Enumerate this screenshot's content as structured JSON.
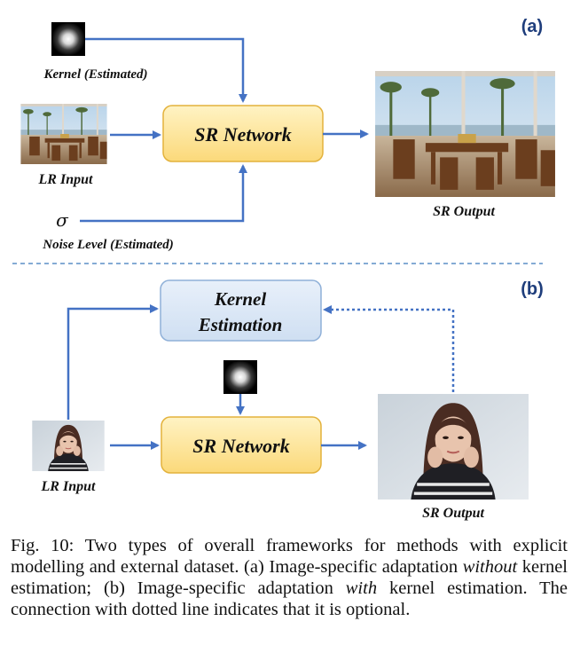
{
  "panel_a": {
    "tag": "(a)",
    "kernel_label": "Kernel (Estimated)",
    "lr_input_label": "LR Input",
    "sigma_symbol": "σ",
    "noise_label": "Noise Level (Estimated)",
    "sr_network_label": "SR Network",
    "sr_output_label": "SR Output"
  },
  "panel_b": {
    "tag": "(b)",
    "kernel_estimation_line1": "Kernel",
    "kernel_estimation_line2": "Estimation",
    "sr_network_label": "SR Network",
    "lr_input_label": "LR Input",
    "sr_output_label": "SR Output"
  },
  "caption": {
    "part1": "Fig. 10: Two types of overall frameworks for methods with explicit modelling and external dataset. (a) Image-specific adaptation ",
    "em1": "without",
    "part2": " kernel estimation; (b) Image-specific adaptation ",
    "em2": "with",
    "part3": " kernel estimation. The connection with dotted line indicates that it is optional."
  },
  "colors": {
    "arrow": "#4472c4",
    "sr_box_fill": "#fde9a8",
    "sr_box_stroke": "#e3b23c",
    "kernel_box_fill": "#dae6f5",
    "kernel_box_stroke": "#8fb0d8"
  }
}
